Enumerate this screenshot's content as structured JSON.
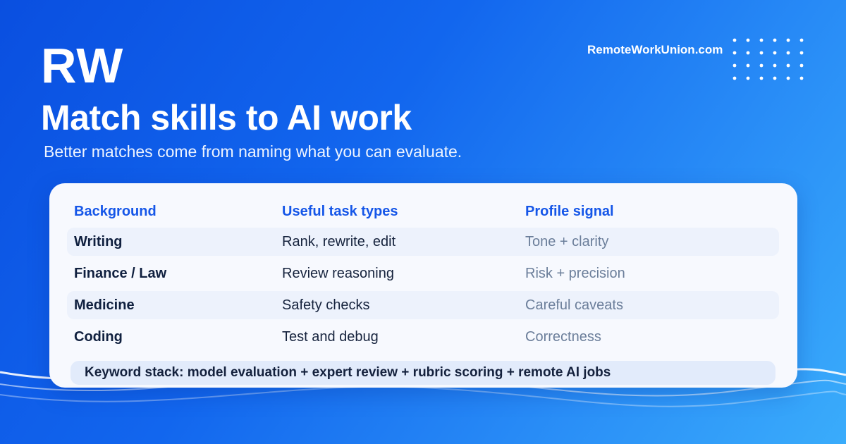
{
  "brand": {
    "logo": "RW",
    "site_url": "RemoteWorkUnion.com"
  },
  "hero": {
    "headline": "Match skills to AI work",
    "subline": "Better matches come from naming what you can evaluate."
  },
  "table": {
    "columns": [
      "Background",
      "Useful task types",
      "Profile signal"
    ],
    "rows": [
      [
        "Writing",
        "Rank, rewrite, edit",
        "Tone + clarity"
      ],
      [
        "Finance / Law",
        "Review reasoning",
        "Risk + precision"
      ],
      [
        "Medicine",
        "Safety checks",
        "Careful caveats"
      ],
      [
        "Coding",
        "Test and debug",
        "Correctness"
      ]
    ],
    "keyword_stack": "Keyword stack: model evaluation + expert review + rubric scoring + remote AI jobs"
  },
  "colors": {
    "background_start": "#0a4fe0",
    "background_end": "#3aacfb",
    "header_accent": "#1556e8",
    "signal_text": "#6b7e9a",
    "card": "#f7f9fe"
  }
}
